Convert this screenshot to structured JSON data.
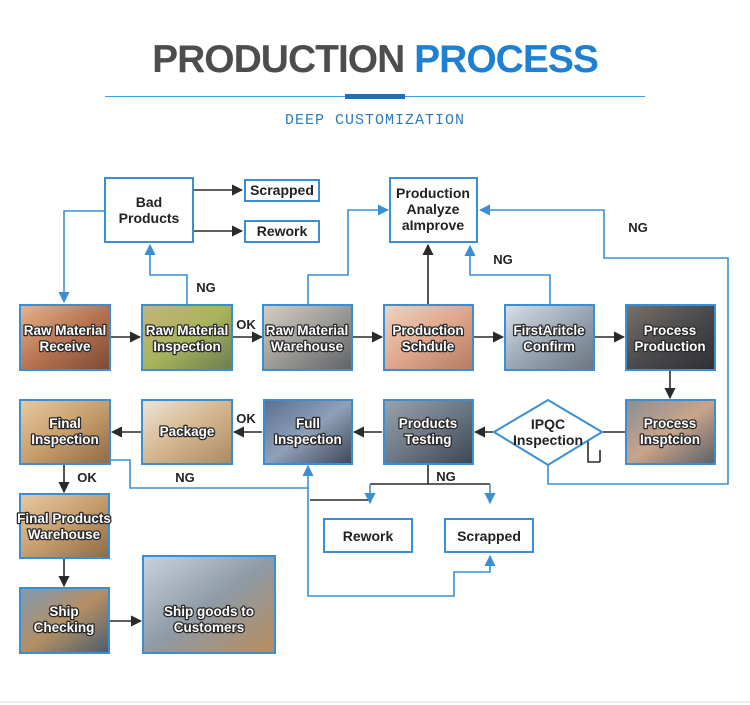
{
  "header": {
    "title_part1": "PRODUCTION",
    "title_part2": "PROCESS",
    "subtitle": "DEEP CUSTOMIZATION"
  },
  "colors": {
    "accent": "#1f7fd1",
    "line_blue": "#3a8fd4",
    "title_gray": "#4d4d4d"
  },
  "nodes": {
    "raw_material_receive": [
      "Raw Material",
      "Receive"
    ],
    "raw_material_inspection": [
      "Raw Material",
      "Inspection"
    ],
    "raw_material_warehouse": [
      "Raw Material",
      "Warehouse"
    ],
    "production_schedule": [
      "Production",
      "Schdule"
    ],
    "first_article_confirm": [
      "FirstAritcle",
      "Confirm"
    ],
    "process_production": [
      "Process",
      "Production"
    ],
    "process_inspection": [
      "Process",
      "Insptcion"
    ],
    "ipqc_inspection": [
      "IPQC",
      "Inspection"
    ],
    "products_testing": [
      "Products",
      "Testing"
    ],
    "full_inspection": [
      "Full",
      "Inspection"
    ],
    "package": [
      "Package"
    ],
    "final_inspection": [
      "Final",
      "Inspection"
    ],
    "final_products_warehouse": [
      "Final Products",
      "Warehouse"
    ],
    "ship_checking": [
      "Ship",
      "Checking"
    ],
    "ship_goods": [
      "Ship goods to",
      "Customers"
    ],
    "bad_products": [
      "Bad",
      "Products"
    ],
    "scrapped_top": [
      "Scrapped"
    ],
    "rework_top": [
      "Rework"
    ],
    "production_analyze": [
      "Production",
      "Analyze",
      "aImprove"
    ],
    "rework_bottom": [
      "Rework"
    ],
    "scrapped_bottom": [
      "Scrapped"
    ]
  },
  "labels": {
    "ng_inspection": "NG",
    "ok_inspection": "OK",
    "ng_first_article": "NG",
    "ng_ipqc": "NG",
    "ok_package": "OK",
    "ng_full": "NG",
    "ok_final": "OK",
    "ng_testing": "NG"
  }
}
